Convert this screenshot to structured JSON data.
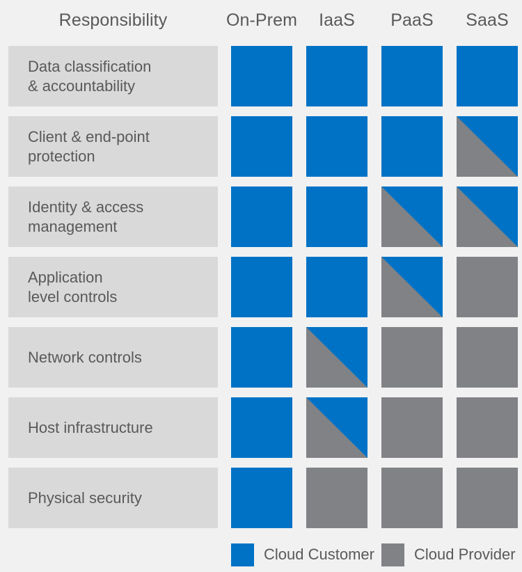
{
  "colors": {
    "background": "#f1f1f1",
    "row_label_bg": "#d9d9d9",
    "customer": "#0072c6",
    "provider": "#808285",
    "text": "#595959"
  },
  "header": {
    "responsibility": "Responsibility",
    "columns": [
      "On-Prem",
      "IaaS",
      "PaaS",
      "SaaS"
    ]
  },
  "legend": {
    "customer_label": "Cloud Customer",
    "provider_label": "Cloud Provider"
  },
  "chart_data": {
    "type": "heatmap",
    "title": "Responsibility",
    "xlabel": "",
    "ylabel": "",
    "categories": [
      "On-Prem",
      "IaaS",
      "PaaS",
      "SaaS"
    ],
    "legend": [
      "Cloud Customer",
      "Cloud Provider"
    ],
    "legend_position": "bottom-right",
    "grid": false,
    "value_map": {
      "customer": "Cloud Customer",
      "provider": "Cloud Provider",
      "split": "Shared (Cloud Customer & Cloud Provider)"
    },
    "rows": [
      {
        "label_line1": "Data classification",
        "label_line2": "& accountability",
        "values": [
          "customer",
          "customer",
          "customer",
          "customer"
        ]
      },
      {
        "label_line1": "Client & end-point",
        "label_line2": "protection",
        "values": [
          "customer",
          "customer",
          "customer",
          "split"
        ]
      },
      {
        "label_line1": "Identity & access",
        "label_line2": "management",
        "values": [
          "customer",
          "customer",
          "split",
          "split"
        ]
      },
      {
        "label_line1": "Application",
        "label_line2": "level controls",
        "values": [
          "customer",
          "customer",
          "split",
          "provider"
        ]
      },
      {
        "label_line1": "Network controls",
        "label_line2": "",
        "values": [
          "customer",
          "split",
          "provider",
          "provider"
        ]
      },
      {
        "label_line1": "Host infrastructure",
        "label_line2": "",
        "values": [
          "customer",
          "split",
          "provider",
          "provider"
        ]
      },
      {
        "label_line1": "Physical security",
        "label_line2": "",
        "values": [
          "customer",
          "provider",
          "provider",
          "provider"
        ]
      }
    ]
  }
}
